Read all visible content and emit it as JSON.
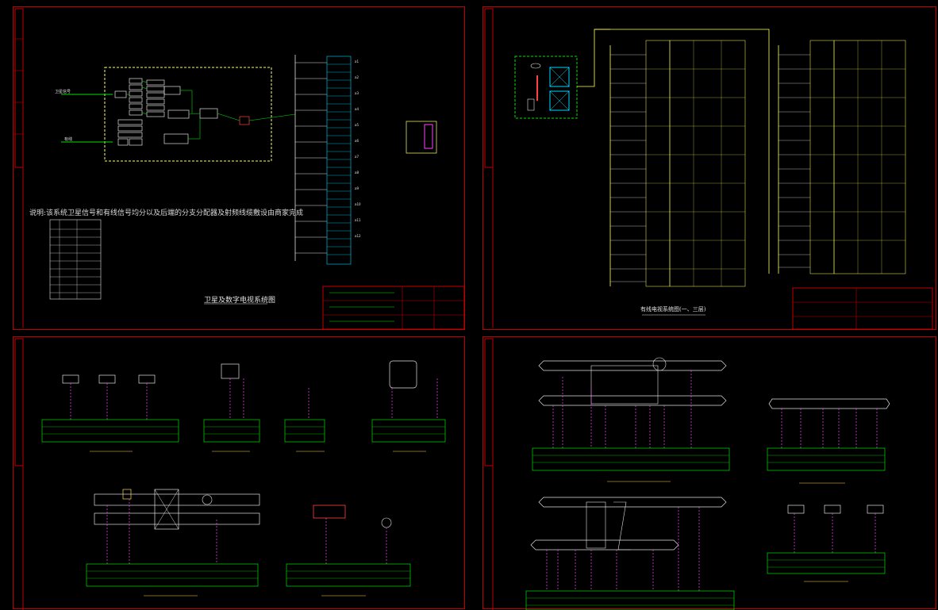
{
  "app": {
    "background": "#000000"
  },
  "colors": {
    "frame": "#c00000",
    "green": "#00e000",
    "yellow": "#ffff66",
    "cyan": "#00d8ff",
    "magenta": "#ff40ff",
    "white": "#e0e0e0"
  },
  "sheet1": {
    "note": "说明:该系统卫星信号和有线信号均分以及后端的分支分配器及射频线缆敷设由商家完成",
    "title": "卫星及数字电视系统图"
  },
  "sheet2": {
    "title": "有线电视系统图(一、三层)"
  }
}
